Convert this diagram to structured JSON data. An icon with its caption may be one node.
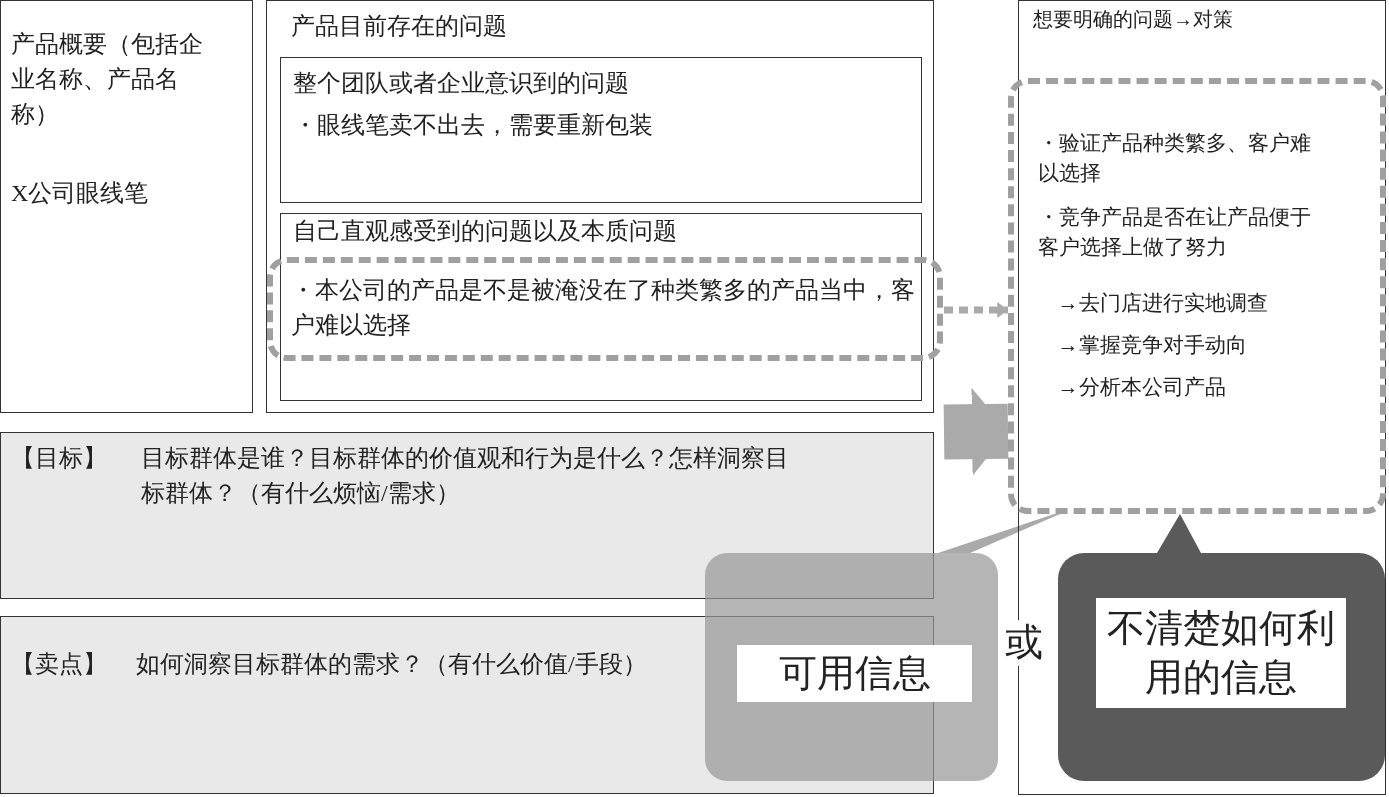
{
  "diagram": {
    "nodes": [
      {
        "text": [
          "产品概要（包括企业名称、产品名称）",
          "X公司眼线笔"
        ]
      },
      {
        "text": [
          "产品目前存在的问题"
        ]
      },
      {
        "text": [
          "整个团队或者企业意识到的问题",
          "・眼线笔卖不出去，需要重新包装"
        ],
        "in": 1
      },
      {
        "text": [
          "自己直观感受到的问题以及本质问题"
        ],
        "in": 1
      },
      {
        "text": [
          "・本公司的产品是不是被淹没在了种类繁多的产品当中，客户难以选择"
        ],
        "in": 3
      },
      {
        "text": [
          "想要明确的问题→对策"
        ]
      },
      {
        "text": [
          "・验证产品种类繁多、客户难以选择",
          "・竞争产品是否在让产品便于客户选择上做了努力",
          "→去门店进行实地调查",
          "→掌握竞争对手动向",
          "→分析本公司产品"
        ],
        "in": 5
      },
      {
        "text": [
          "【目标】",
          "目标群体是谁？目标群体的价值观和行为是什么？怎样洞察目标群体？（有什么烦恼/需求）"
        ]
      },
      {
        "text": [
          "【卖点】",
          "如何洞察目标群体的需求？（有什么价值/手段）"
        ]
      },
      {
        "text": [
          "可用信息"
        ]
      },
      {
        "text": [
          "不清楚如何利用的信息"
        ],
        "in": 5
      }
    ],
    "edges": [
      {
        "from": 4,
        "to": 6,
        "arrow": "to",
        "style": "dashed"
      },
      {
        "from": 7,
        "to": 6,
        "arrow": "to",
        "style": "thick"
      },
      {
        "from": 9,
        "to": 6,
        "arrow": "none"
      },
      {
        "from": 10,
        "to": 6,
        "arrow": "to",
        "color": "#5a5a5a"
      }
    ],
    "labels": [
      "或"
    ]
  }
}
